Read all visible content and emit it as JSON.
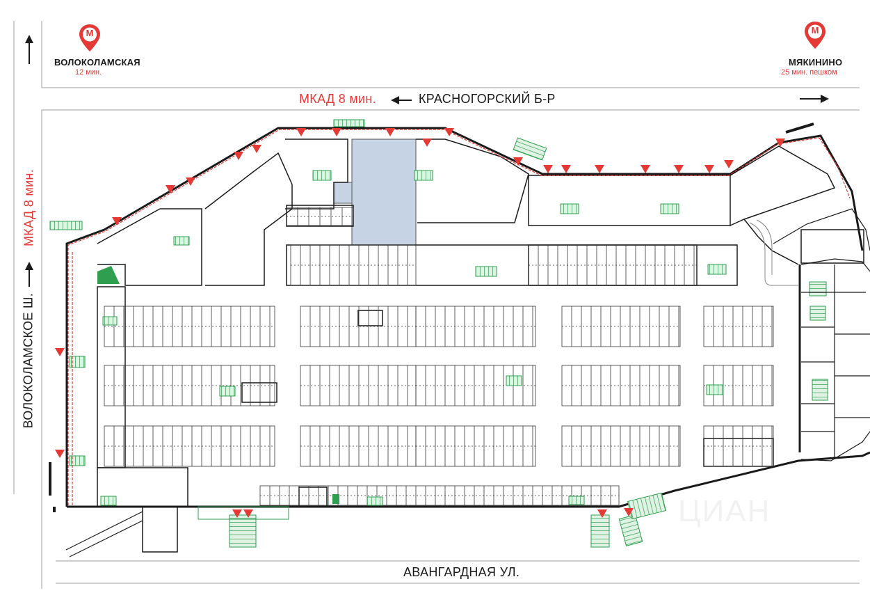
{
  "metro_left": {
    "name": "ВОЛОКОЛАМСКАЯ",
    "time": "12 мин."
  },
  "metro_right": {
    "name": "МЯКИНИНО",
    "time": "25 мин. пешком"
  },
  "metro_icon_letter": "М",
  "top_road": {
    "mkad": "МКАД  8 мин.",
    "name": "КРАСНОГОРСКИЙ Б-Р"
  },
  "left_road": {
    "name": "ВОЛОКОЛАМСКОЕ Ш.",
    "mkad": "МКАД  8 мин."
  },
  "bottom_road": {
    "name": "АВАНГАРДНАЯ УЛ."
  },
  "watermark": "ЦИАН",
  "colors": {
    "accent_red": "#e53935",
    "highlight_blue": "#c5d3e4",
    "stairs_green": "#2e9e4f",
    "wall": "#1a1a1a"
  }
}
